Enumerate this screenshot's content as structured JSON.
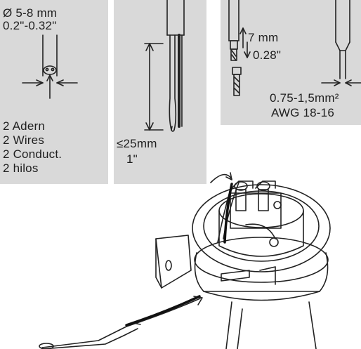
{
  "left_panel": {
    "diameter_mm": "Ø 5-8 mm",
    "diameter_in": "0.2\"-0.32\"",
    "cable_lines": [
      "2 Adern",
      "2 Wires",
      "2 Conduct.",
      "2 hilos"
    ]
  },
  "mid_panel": {
    "length_mm": "≤25mm",
    "length_in": "1\""
  },
  "right_panel": {
    "strip_mm": "7 mm",
    "strip_in": "0.28\"",
    "cross_section_mm": "0.75-1,5mm²",
    "awg": "AWG 18-16"
  }
}
